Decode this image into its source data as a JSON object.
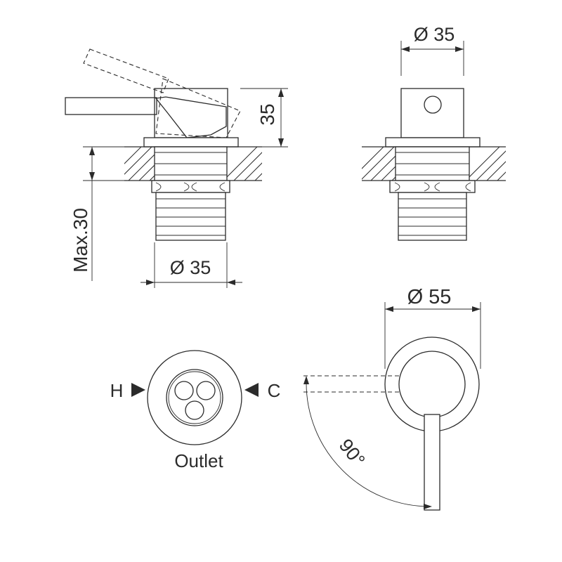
{
  "side_view": {
    "height_label": "35",
    "mount_label": "Max.30",
    "body_dia_label": "Ø 35"
  },
  "front_view": {
    "top_dia_label": "Ø 35"
  },
  "bottom_view": {
    "hot_label": "H",
    "cold_label": "C",
    "outlet_label": "Outlet"
  },
  "top_view": {
    "flange_dia_label": "Ø 55",
    "angle_label": "90°"
  }
}
